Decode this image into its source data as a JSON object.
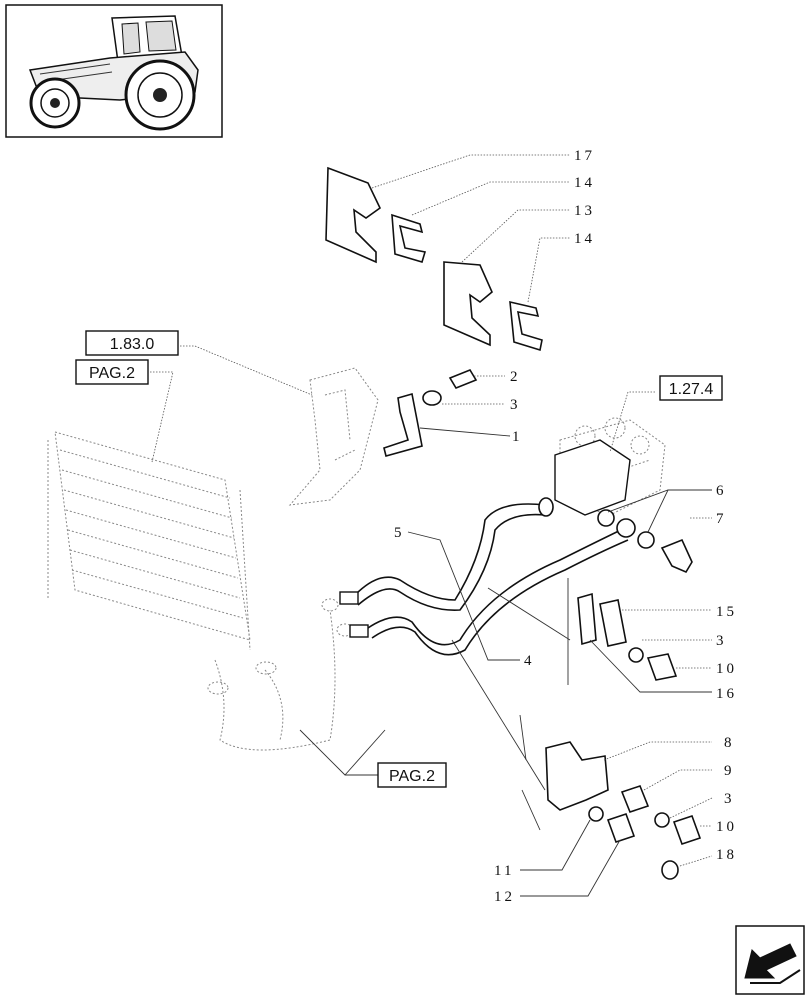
{
  "reference_boxes": {
    "ref_1_83_0": "1.83.0",
    "ref_pag2_top": "PAG.2",
    "ref_1_27_4": "1.27.4",
    "ref_pag2_bottom": "PAG.2"
  },
  "callouts": {
    "c17": "17",
    "c14a": "14",
    "c13": "13",
    "c14b": "14",
    "c2": "2",
    "c3a": "3",
    "c1": "1",
    "c6": "6",
    "c7": "7",
    "c5": "5",
    "c15": "15",
    "c3b": "3",
    "c10a": "10",
    "c4": "4",
    "c16": "16",
    "c8": "8",
    "c9": "9",
    "c3c": "3",
    "c10b": "10",
    "c18": "18",
    "c11": "11",
    "c12": "12"
  },
  "icons": {
    "thumbnail": "tractor-thumbnail-icon",
    "nav": "previous-page-arrow-icon"
  }
}
